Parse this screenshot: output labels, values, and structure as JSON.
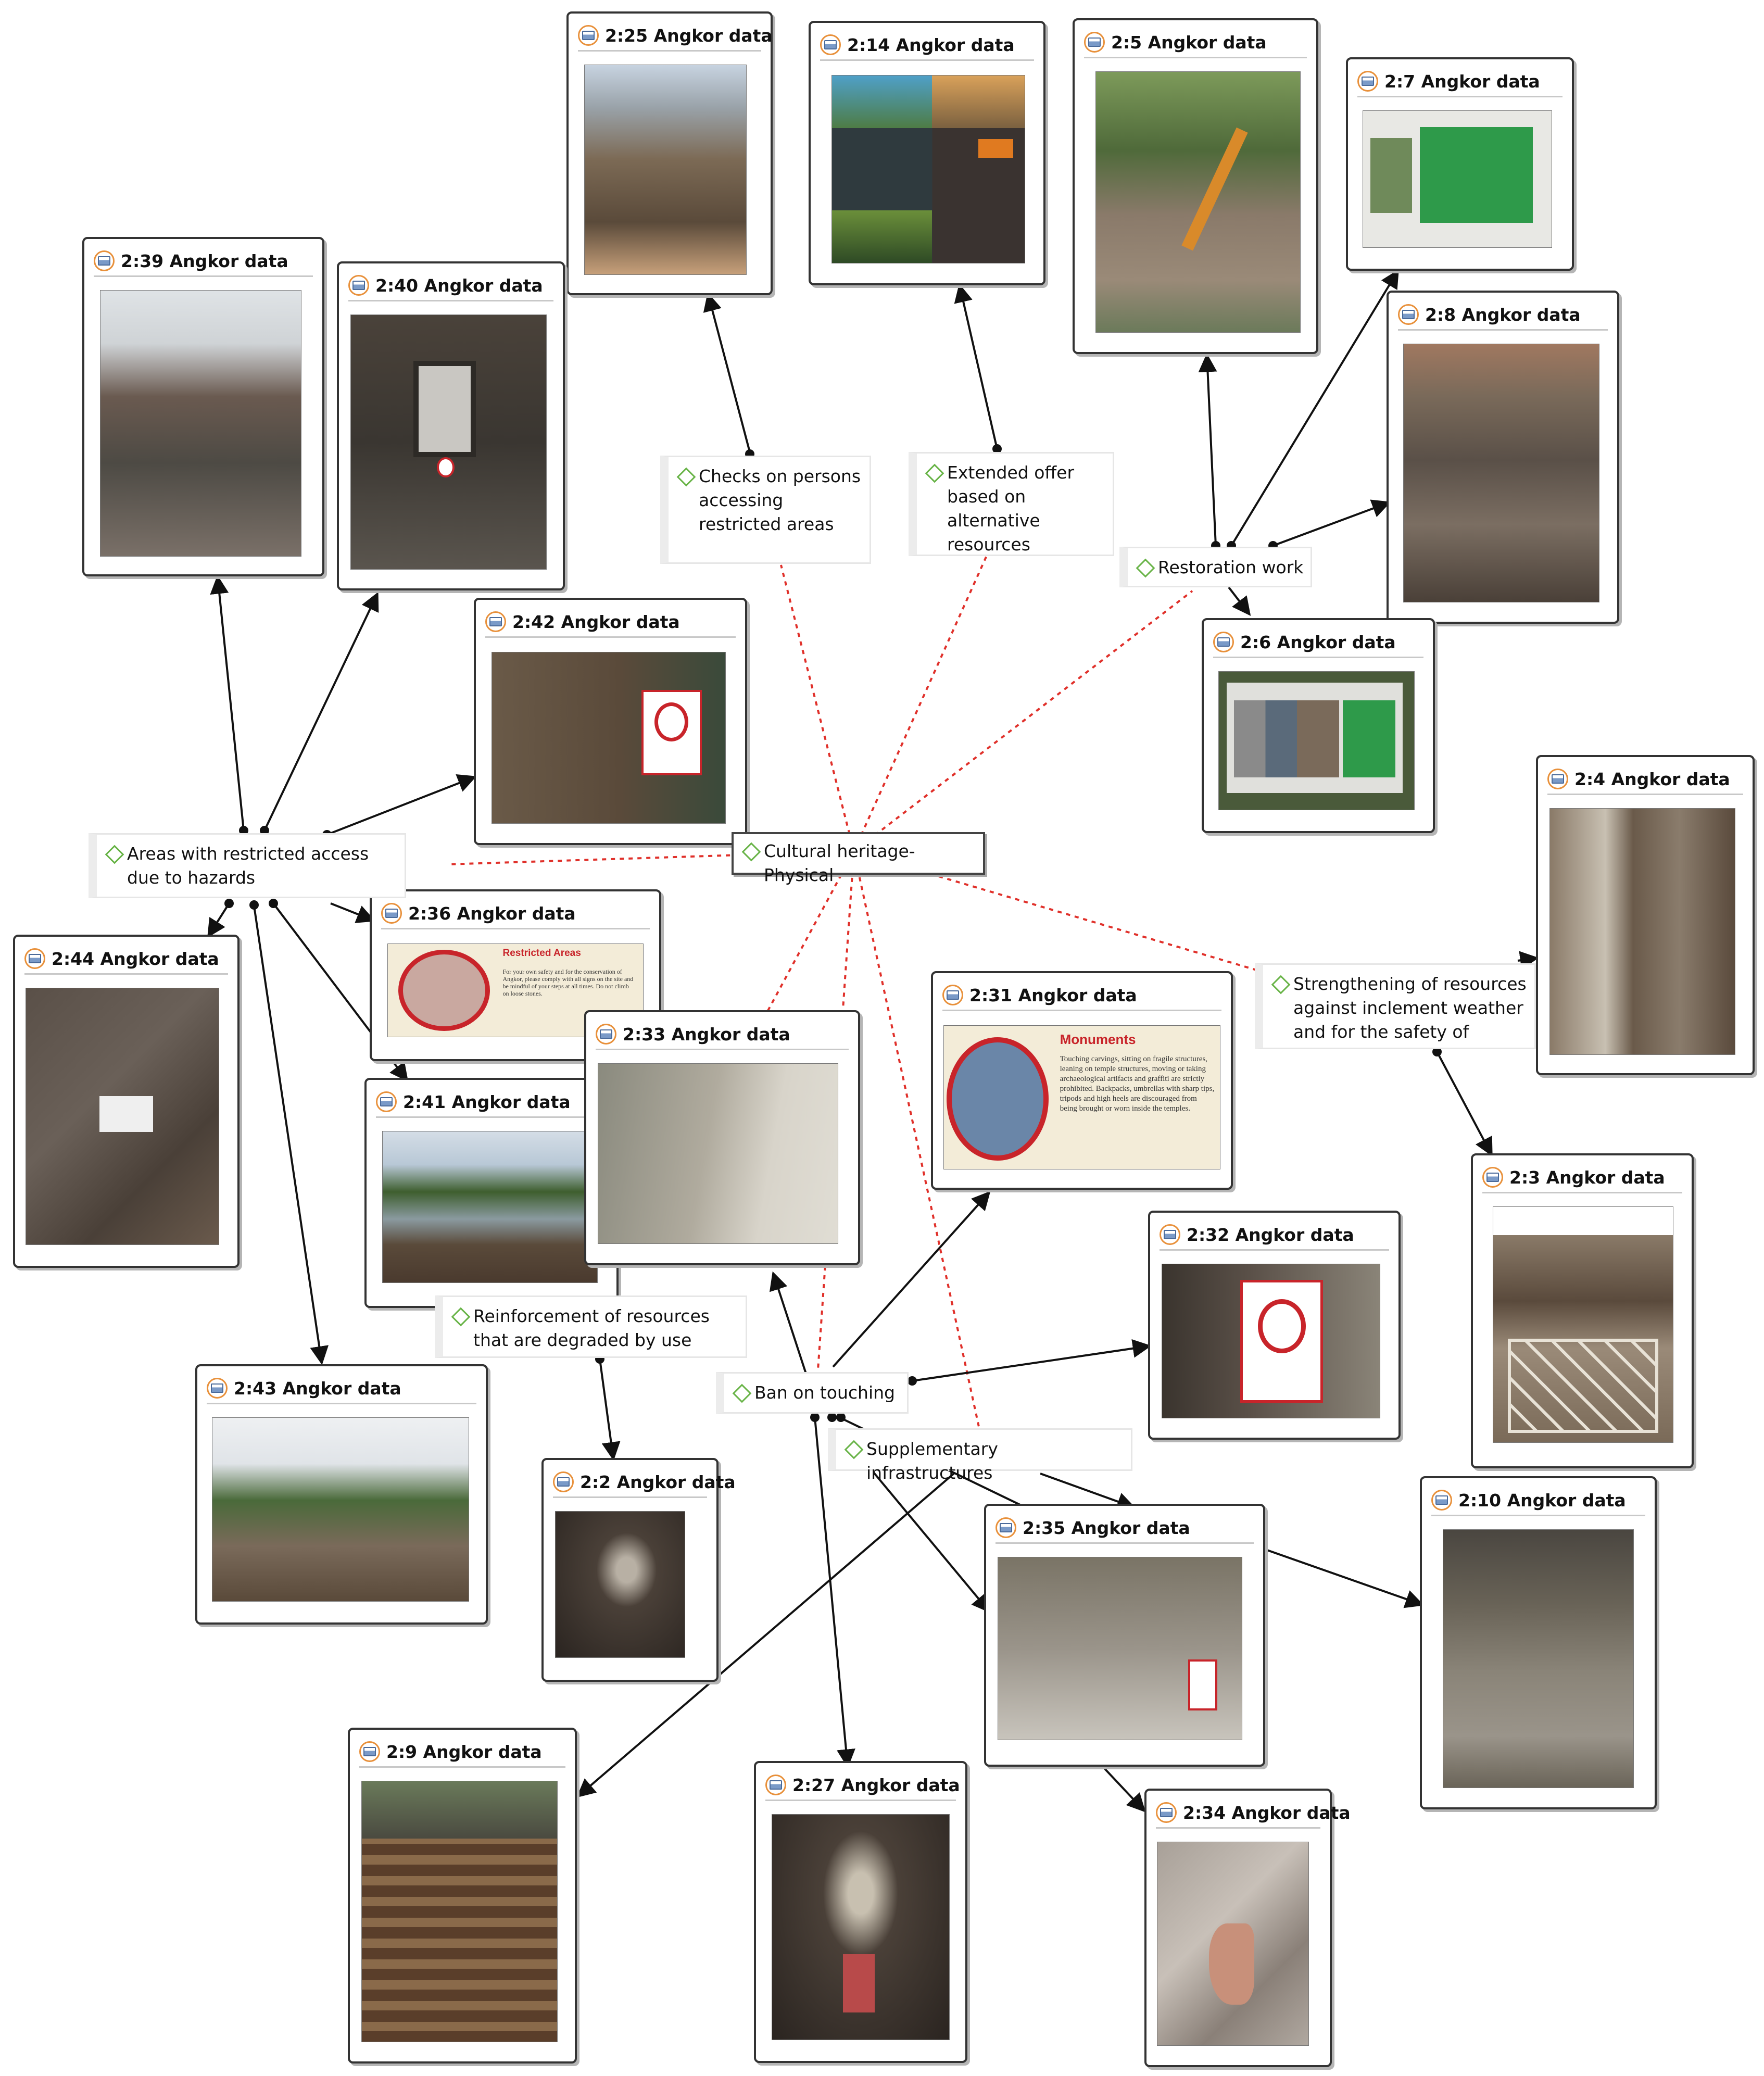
{
  "diagram": {
    "central_code": "Cultural heritage-Physical",
    "codes": {
      "restricted_areas": "Areas with restricted access due to hazards",
      "checks": "Checks on persons accessing restricted areas",
      "extended_offer": "Extended offer based on alternative resources",
      "restoration": "Restoration work",
      "strengthening": "Strengthening of resources against inclement weather and for the safety of tourists",
      "reinforcement": "Reinforcement of resources that are degraded by use",
      "ban_touching": "Ban on touching",
      "supplementary": "Supplementary infrastructures"
    },
    "documents": {
      "d2_25": "2:25 Angkor data",
      "d2_14": "2:14 Angkor data",
      "d2_5": "2:5 Angkor data",
      "d2_7": "2:7 Angkor data",
      "d2_39": "2:39 Angkor data",
      "d2_40": "2:40 Angkor data",
      "d2_8": "2:8 Angkor data",
      "d2_42": "2:42 Angkor data",
      "d2_6": "2:6 Angkor data",
      "d2_4": "2:4 Angkor data",
      "d2_36": "2:36 Angkor data",
      "d2_44": "2:44 Angkor data",
      "d2_33": "2:33 Angkor data",
      "d2_31": "2:31 Angkor data",
      "d2_41": "2:41 Angkor data",
      "d2_3": "2:3 Angkor data",
      "d2_32": "2:32 Angkor data",
      "d2_43": "2:43 Angkor data",
      "d2_2": "2:2 Angkor data",
      "d2_35": "2:35 Angkor data",
      "d2_10": "2:10 Angkor data",
      "d2_9": "2:9 Angkor data",
      "d2_27": "2:27 Angkor data",
      "d2_34": "2:34 Angkor data"
    },
    "photo_text": {
      "restricted_title": "Restricted Areas",
      "restricted_body": "For your own safety and for the conservation of Angkor, please comply with all signs on the site and be mindful of your steps at all times. Do not climb on loose stones.",
      "monuments_title": "Monuments",
      "monuments_body": "Touching carvings, sitting on fragile structures, leaning on temple structures, moving or taking archaeological artifacts and graffiti are strictly prohibited. Backpacks, umbrellas with sharp tips, tripods and high heels are discouraged from being brought or worn inside the temples."
    }
  },
  "colors": {
    "border": "#333333",
    "code_diamond": "#67b346",
    "doc_icon": "#e8903a",
    "solid_link": "#111111",
    "dotted_link": "#e0302a",
    "sign_red": "#c8242a"
  }
}
